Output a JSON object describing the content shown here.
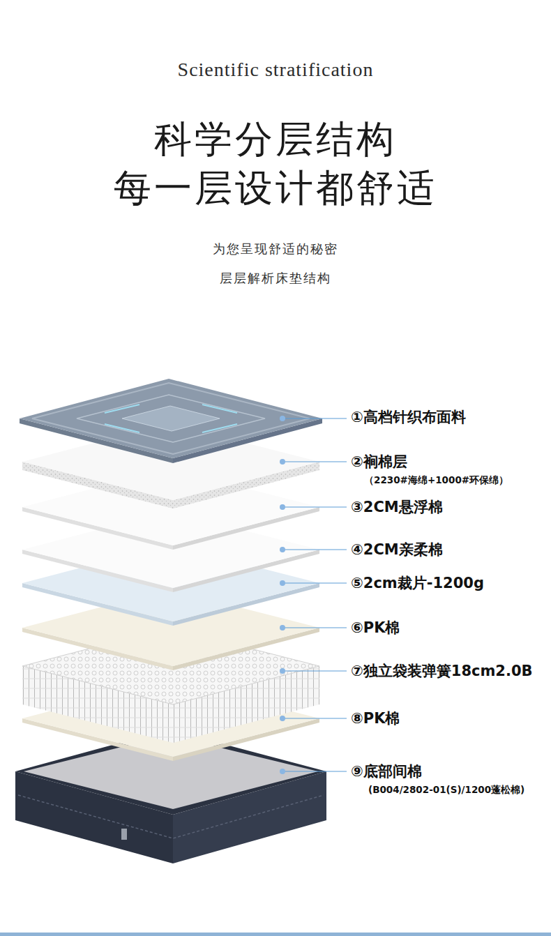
{
  "diagram": {
    "title": "科学分层结构 每一层设计都舒适",
    "labels": [
      "Scientific stratification",
      "为您呈现舒适的秘密",
      "层层解析床垫结构",
      "①高档针织布面料",
      "②裥棉层",
      "（2230#海绵+1000#环保绵）",
      "③2CM悬浮棉",
      "④2CM亲柔棉",
      "⑤2cm裁片-1200g",
      "⑥PK棉",
      "⑦独立袋装弹簧18cm2.0B",
      "⑧PK棉",
      "⑨底部间棉",
      "(B004/2802-01(S)/1200蓬松棉)"
    ]
  }
}
